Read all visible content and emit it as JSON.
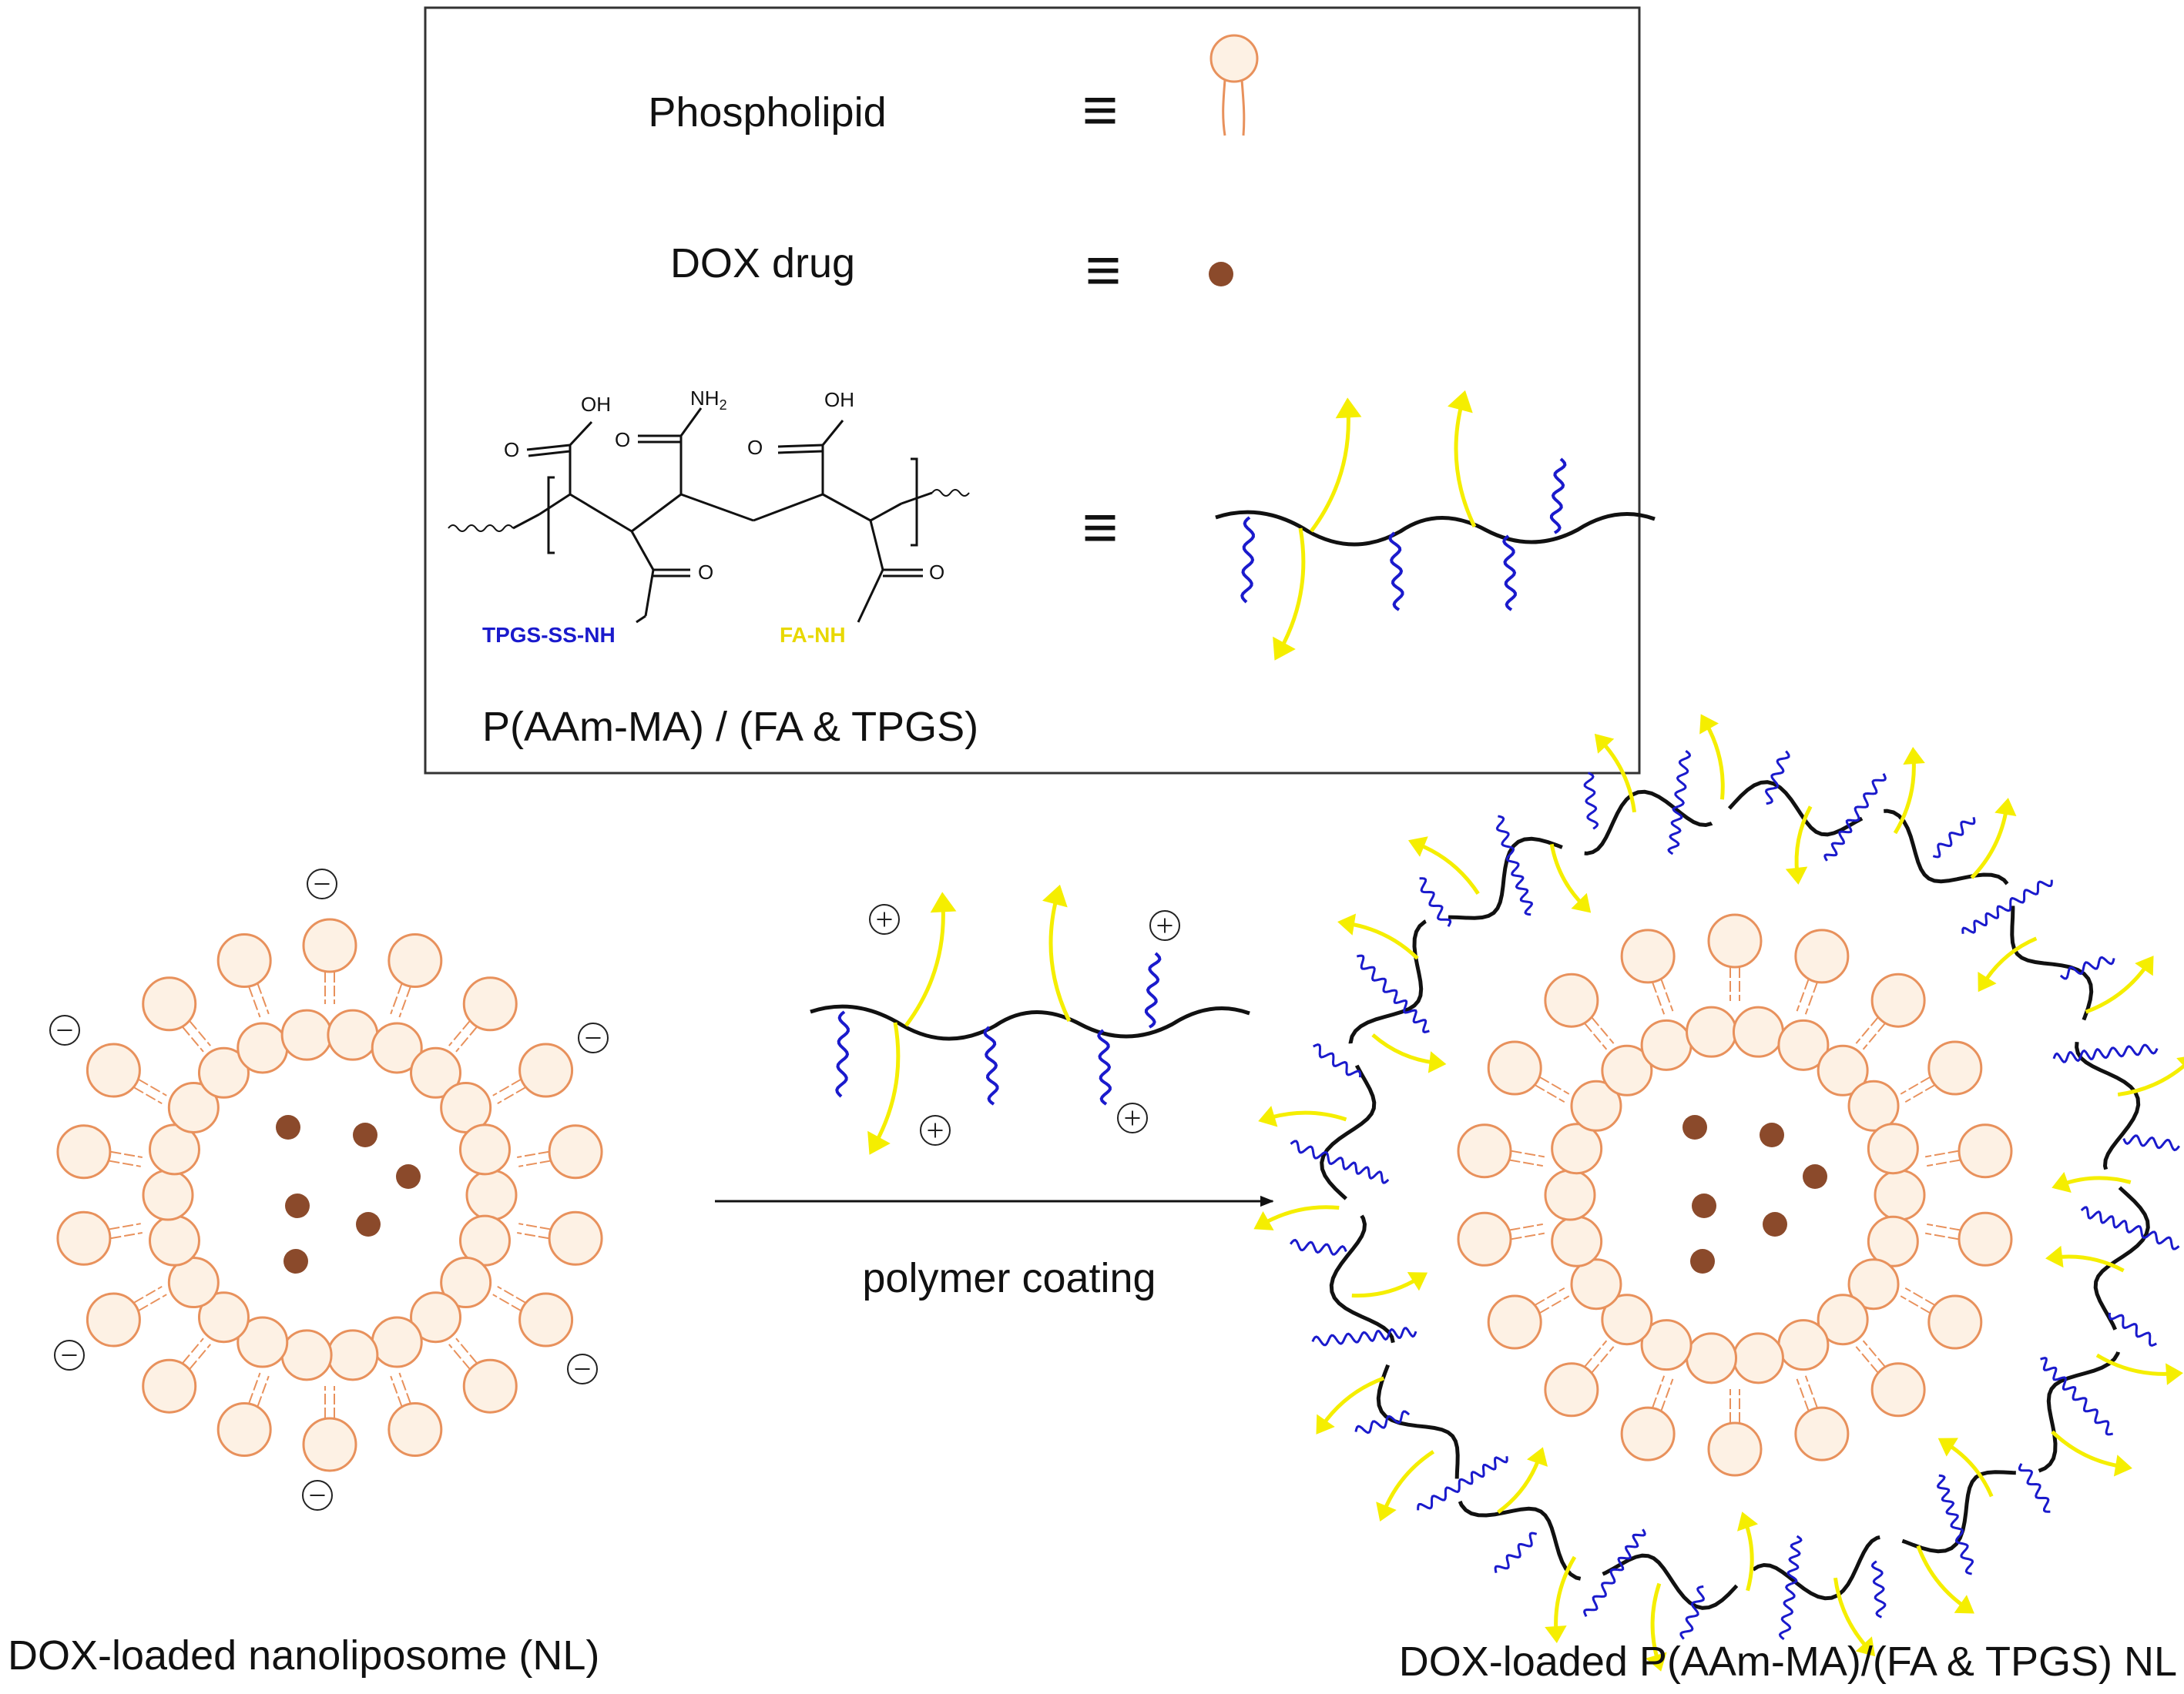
{
  "legend": {
    "phospholipid_label": "Phospholipid",
    "dox_label": "DOX drug",
    "polymer_name": "P(AAm-MA) / (FA & TPGS)",
    "equiv_symbol": "≡",
    "chem": {
      "oh": "OH",
      "nh2": "NH",
      "nh2_sub": "2",
      "o": "O",
      "tpgs_nh": "TPGS-SS-NH",
      "fa_nh": "FA-NH"
    }
  },
  "left_title": "DOX-loaded nanoliposome (NL)",
  "right_title": "DOX-loaded P(AAm-MA)/(FA & TPGS) NL",
  "arrow_label": "polymer coating",
  "charges": {
    "negative": "−",
    "positive": "+"
  },
  "colors": {
    "lipid_fill": "#fdf1e4",
    "lipid_stroke": "#e8915c",
    "dox": "#8b4a2b",
    "tpgs": "#1a1acc",
    "fa": "#f5ee00",
    "polymer": "#111111"
  }
}
